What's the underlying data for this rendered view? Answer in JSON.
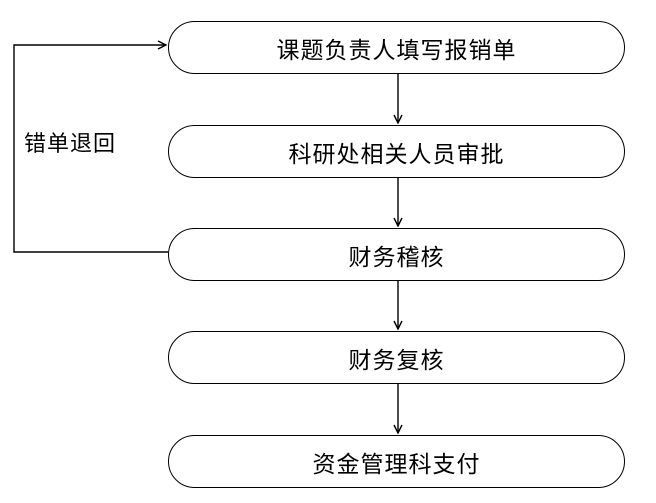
{
  "flow": {
    "steps": [
      {
        "label": "课题负责人填写报销单"
      },
      {
        "label": "科研处相关人员审批"
      },
      {
        "label": "财务稽核"
      },
      {
        "label": "财务复核"
      },
      {
        "label": "资金管理科支付"
      }
    ],
    "return_label": "错单退回"
  },
  "colors": {
    "stroke": "#000000",
    "background": "#ffffff"
  }
}
